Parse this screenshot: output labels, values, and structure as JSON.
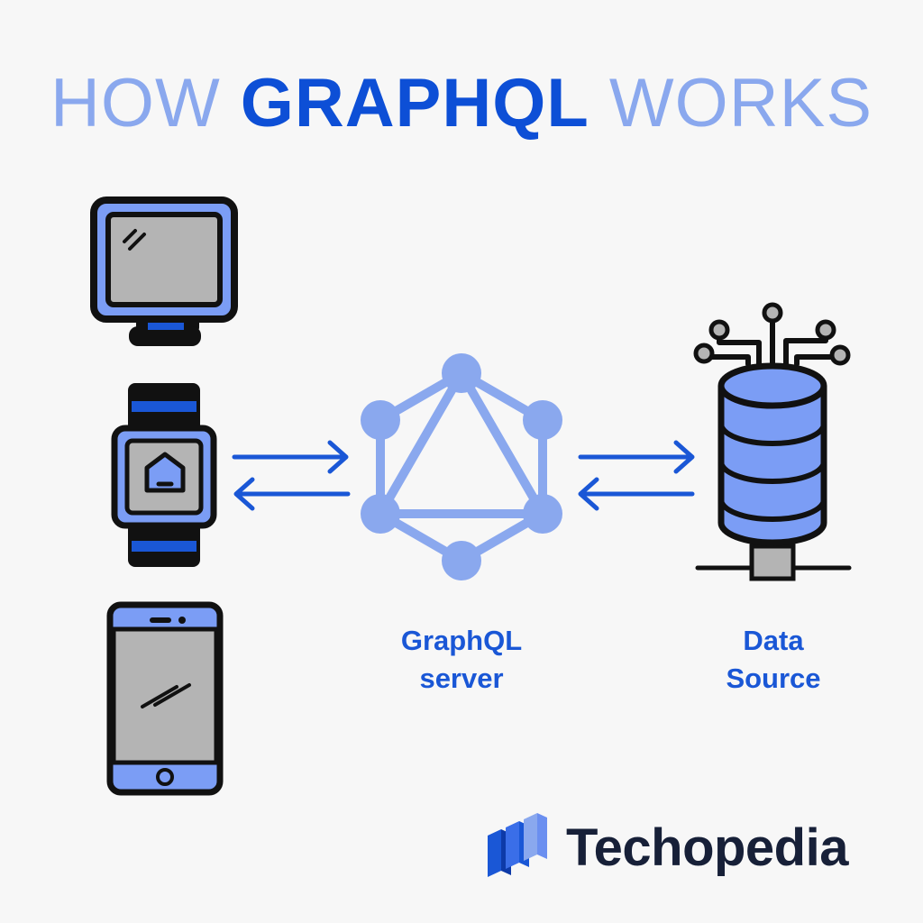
{
  "title": {
    "part1": "HOW",
    "part2": "GRAPHQL",
    "part3": "WORKS"
  },
  "graphql_server": {
    "line1": "GraphQL",
    "line2": "server"
  },
  "data_source": {
    "line1": "Data",
    "line2": "Source"
  },
  "brand": {
    "name": "Techopedia"
  },
  "colors": {
    "accent_dark": "#0d4fd6",
    "accent_light": "#8aa8ee",
    "device_blue": "#7b9df5",
    "device_gray": "#b4b4b4",
    "outline": "#111111",
    "background": "#f7f7f7"
  },
  "icons": [
    "monitor-icon",
    "smartwatch-icon",
    "smartphone-icon",
    "graphql-logo-icon",
    "database-server-icon",
    "techopedia-logo-icon"
  ]
}
